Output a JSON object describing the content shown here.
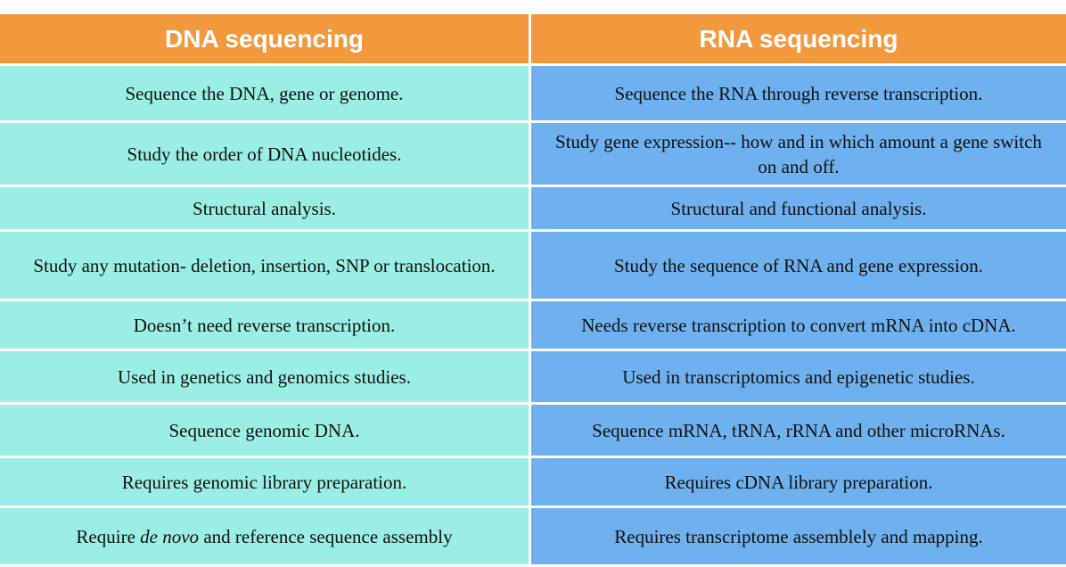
{
  "headers": {
    "dna": "DNA sequencing",
    "rna": "RNA sequencing"
  },
  "rows": [
    {
      "dna": "Sequence the DNA, gene or genome.",
      "rna": "Sequence the RNA through reverse transcription."
    },
    {
      "dna": "Study the order of DNA nucleotides.",
      "rna": "Study gene expression-- how and in which amount a gene switch on and off."
    },
    {
      "dna": "Structural analysis.",
      "rna": "Structural and functional analysis."
    },
    {
      "dna": "Study any mutation- deletion, insertion, SNP or translocation.",
      "rna": "Study the sequence of RNA and gene expression."
    },
    {
      "dna": "Doesn’t need reverse transcription.",
      "rna": "Needs reverse transcription to convert mRNA into cDNA."
    },
    {
      "dna": "Used in genetics and genomics studies.",
      "rna": "Used in transcriptomics and epigenetic studies."
    },
    {
      "dna": "Sequence genomic DNA.",
      "rna": "Sequence mRNA, tRNA, rRNA and other microRNAs."
    },
    {
      "dna": "Requires genomic library preparation.",
      "rna": "Requires cDNA library preparation."
    },
    {
      "dna_prefix": "Require ",
      "dna_italic": "de novo",
      "dna_suffix": " and reference sequence assembly",
      "rna": "Requires transcriptome assemblely and mapping."
    }
  ],
  "colors": {
    "header": "#f2993e",
    "dna_column": "#9beee6",
    "rna_column": "#6fb1ef"
  }
}
